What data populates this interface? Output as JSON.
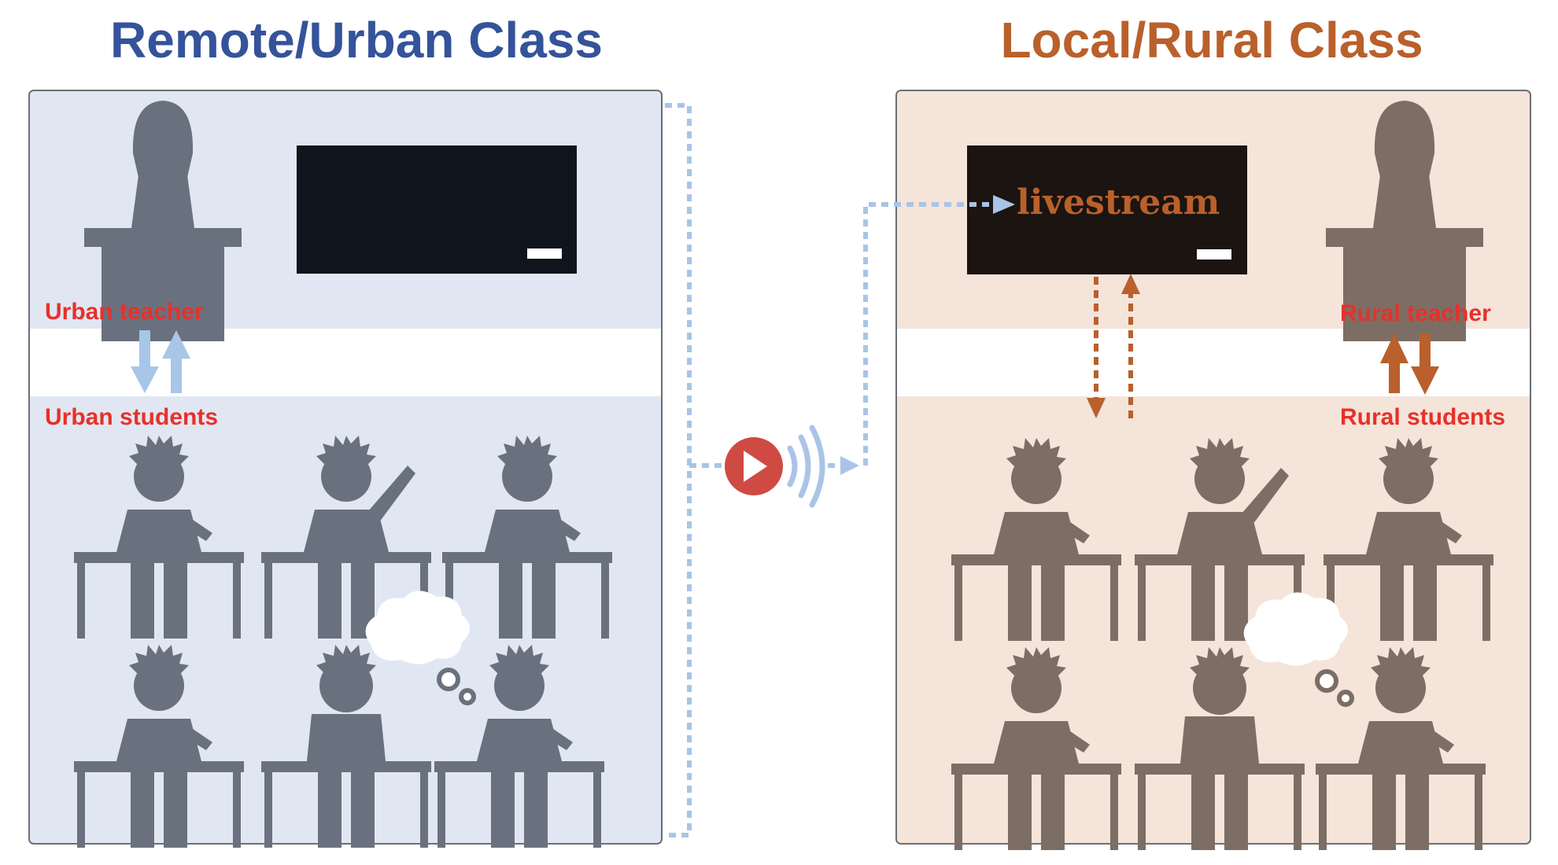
{
  "left_panel": {
    "title": "Remote/Urban Class",
    "teacher_label": "Urban teacher",
    "students_label": "Urban students"
  },
  "right_panel": {
    "title": "Local/Rural Class",
    "teacher_label": "Rural teacher",
    "students_label": "Rural students",
    "screen_text": "livestream"
  },
  "colors": {
    "urban_accent": "#34539a",
    "rural_accent": "#b9602c",
    "label_red": "#e8302a",
    "urban_bg": "#e1e7f2",
    "rural_bg": "#f4e4da",
    "urban_figure": "#6a717e",
    "rural_figure": "#7c6e64",
    "link_dots": "#a9c4e6",
    "play_button": "#cf4a43"
  },
  "icons": [
    "teacher-icon",
    "blackboard-icon",
    "student-icon",
    "thought-bubble-icon",
    "play-icon",
    "signal-waves-icon"
  ]
}
